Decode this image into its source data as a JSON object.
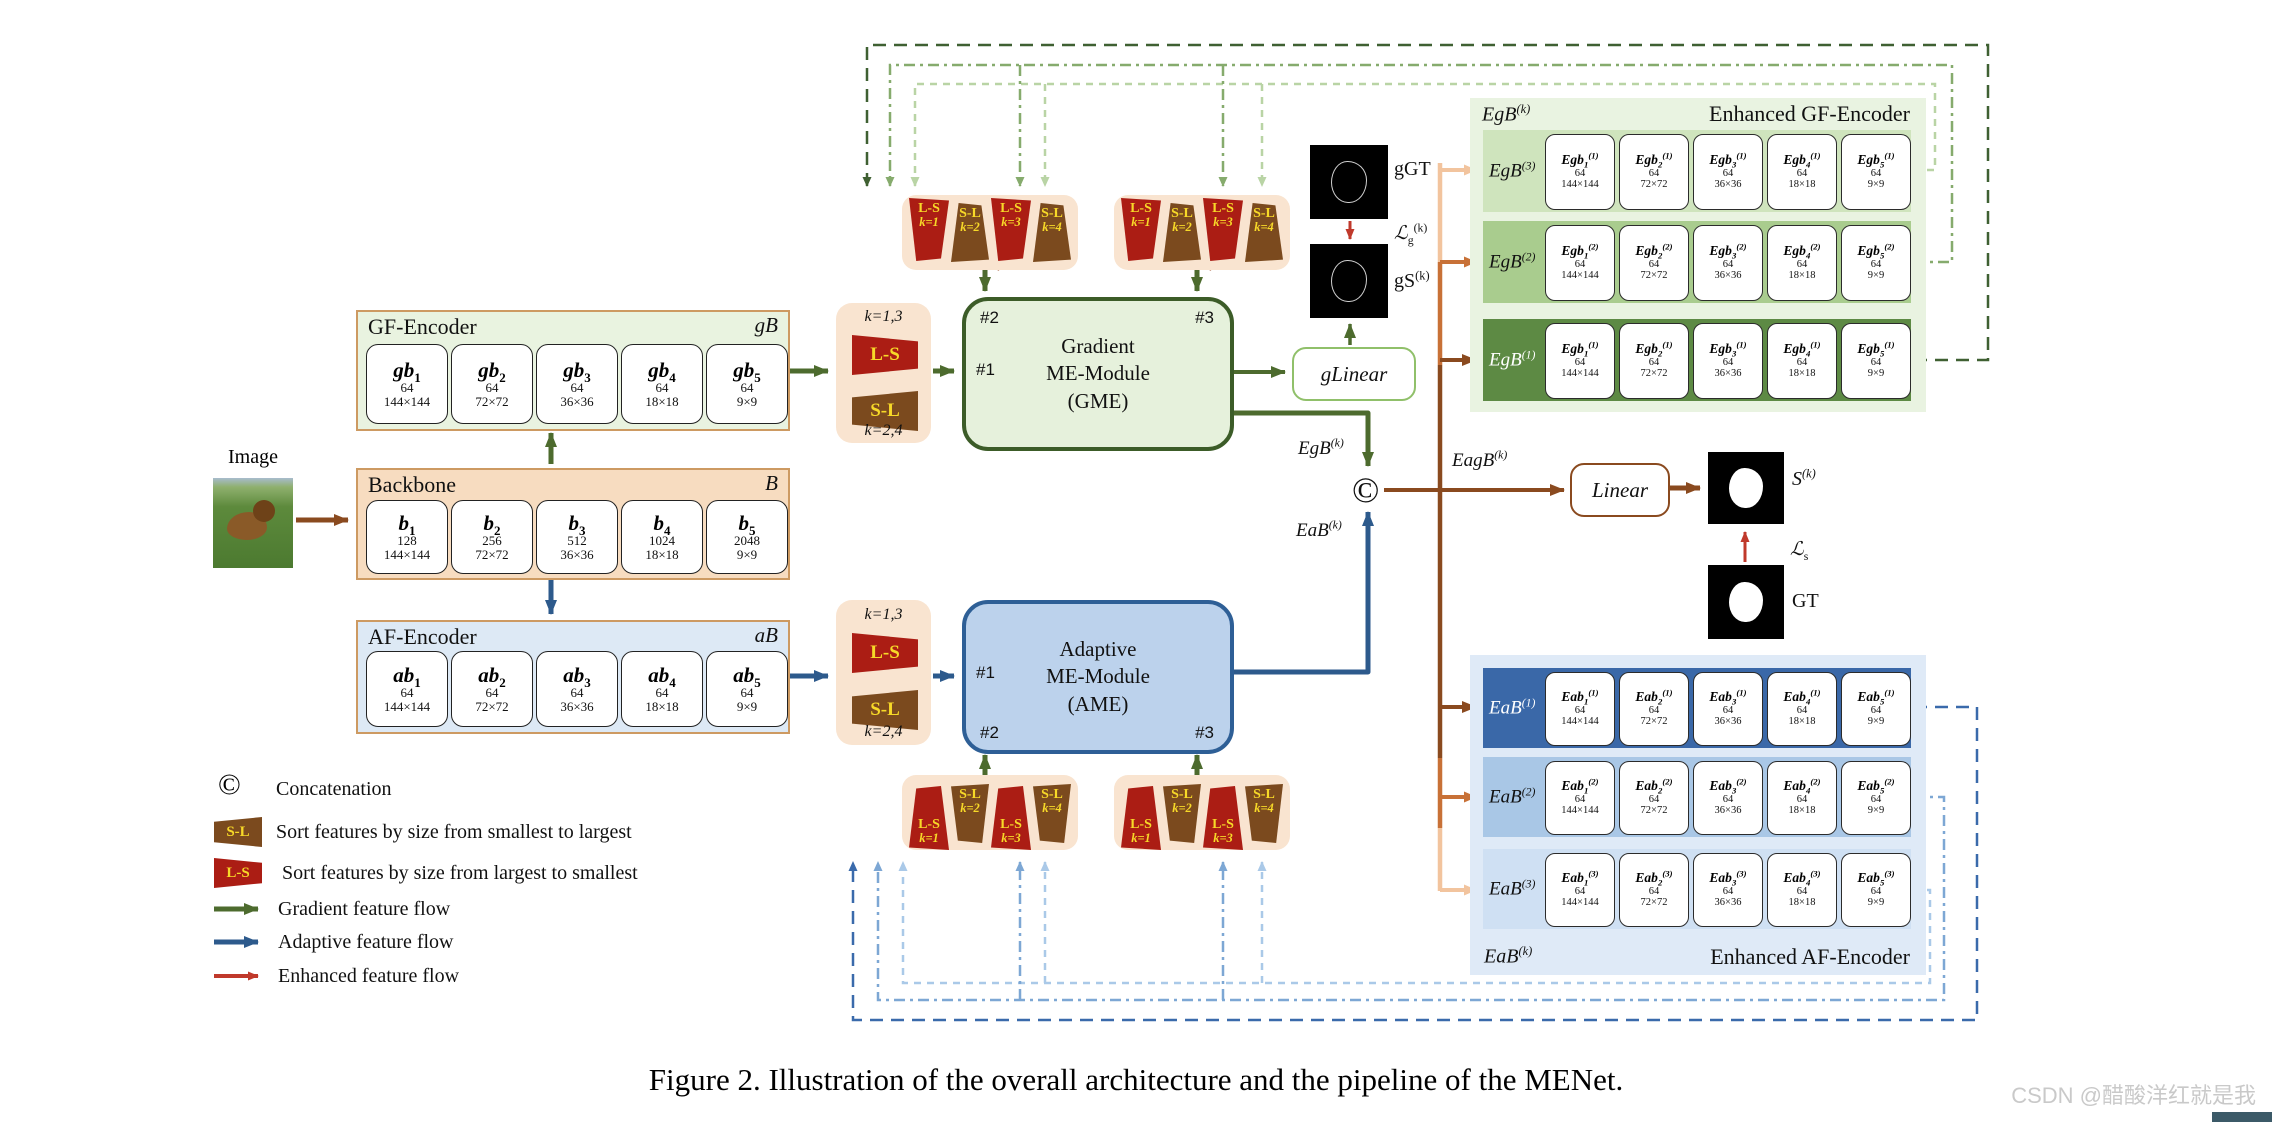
{
  "figure": {
    "caption": "Figure 2. Illustration of the overall architecture and the pipeline of the MENet.",
    "watermark": "CSDN @醋酸洋红就是我"
  },
  "labels": {
    "image": "Image",
    "ggt": "gGT",
    "lg_base": "ℒ",
    "lg_sub": "g",
    "lg_sup": "(k)",
    "gs_base": "gS",
    "gs_sup": "(k)",
    "egb_base": "EgB",
    "egb_sup": "(k)",
    "eab_base": "EaB",
    "eab_sup": "(k)",
    "eagb_base": "EagB",
    "eagb_sup": "(k)",
    "s_base": "S",
    "s_sup": "(k)",
    "ls_base": "ℒ",
    "ls_sub": "s",
    "gt": "GT"
  },
  "nodes": {
    "concat": "©"
  },
  "encoders": {
    "gf": {
      "title": "GF-Encoder",
      "tag": "gB",
      "blocks": [
        {
          "base": "gb",
          "sub": "1",
          "ch": "64",
          "size": "144×144"
        },
        {
          "base": "gb",
          "sub": "2",
          "ch": "64",
          "size": "72×72"
        },
        {
          "base": "gb",
          "sub": "3",
          "ch": "64",
          "size": "36×36"
        },
        {
          "base": "gb",
          "sub": "4",
          "ch": "64",
          "size": "18×18"
        },
        {
          "base": "gb",
          "sub": "5",
          "ch": "64",
          "size": "9×9"
        }
      ]
    },
    "backbone": {
      "title": "Backbone",
      "tag": "B",
      "blocks": [
        {
          "base": "b",
          "sub": "1",
          "ch": "128",
          "size": "144×144"
        },
        {
          "base": "b",
          "sub": "2",
          "ch": "256",
          "size": "72×72"
        },
        {
          "base": "b",
          "sub": "3",
          "ch": "512",
          "size": "36×36"
        },
        {
          "base": "b",
          "sub": "4",
          "ch": "1024",
          "size": "18×18"
        },
        {
          "base": "b",
          "sub": "5",
          "ch": "2048",
          "size": "9×9"
        }
      ]
    },
    "af": {
      "title": "AF-Encoder",
      "tag": "aB",
      "blocks": [
        {
          "base": "ab",
          "sub": "1",
          "ch": "64",
          "size": "144×144"
        },
        {
          "base": "ab",
          "sub": "2",
          "ch": "64",
          "size": "72×72"
        },
        {
          "base": "ab",
          "sub": "3",
          "ch": "64",
          "size": "36×36"
        },
        {
          "base": "ab",
          "sub": "4",
          "ch": "64",
          "size": "18×18"
        },
        {
          "base": "ab",
          "sub": "5",
          "ch": "64",
          "size": "9×9"
        }
      ]
    }
  },
  "sorters": {
    "k_odd": "k=1,3",
    "k_even": "k=2,4",
    "ls": "L-S",
    "sl": "S-L"
  },
  "trap_groups": {
    "items": [
      {
        "label": "L-S",
        "k": "k=1"
      },
      {
        "label": "S-L",
        "k": "k=2"
      },
      {
        "label": "L-S",
        "k": "k=3"
      },
      {
        "label": "S-L",
        "k": "k=4"
      }
    ]
  },
  "modules": {
    "gme": {
      "l1": "Gradient",
      "l2": "ME-Module",
      "l3": "(GME)",
      "p1": "#1",
      "p2": "#2",
      "p3": "#3"
    },
    "ame": {
      "l1": "Adaptive",
      "l2": "ME-Module",
      "l3": "(AME)",
      "p1": "#1",
      "p2": "#2",
      "p3": "#3"
    },
    "glinear": "gLinear",
    "linear": "Linear"
  },
  "enhanced_gf": {
    "tag_base": "EgB",
    "tag_sup": "(k)",
    "title": "Enhanced GF-Encoder",
    "rows": [
      {
        "label_base": "EgB",
        "label_sup": "(3)",
        "boxes": [
          {
            "base": "Egb",
            "sub": "1",
            "sup": "(1)",
            "ch": "64",
            "size": "144×144"
          },
          {
            "base": "Egb",
            "sub": "2",
            "sup": "(1)",
            "ch": "64",
            "size": "72×72"
          },
          {
            "base": "Egb",
            "sub": "3",
            "sup": "(1)",
            "ch": "64",
            "size": "36×36"
          },
          {
            "base": "Egb",
            "sub": "4",
            "sup": "(1)",
            "ch": "64",
            "size": "18×18"
          },
          {
            "base": "Egb",
            "sub": "5",
            "sup": "(1)",
            "ch": "64",
            "size": "9×9"
          }
        ]
      },
      {
        "label_base": "EgB",
        "label_sup": "(2)",
        "boxes": [
          {
            "base": "Egb",
            "sub": "1",
            "sup": "(2)",
            "ch": "64",
            "size": "144×144"
          },
          {
            "base": "Egb",
            "sub": "2",
            "sup": "(2)",
            "ch": "64",
            "size": "72×72"
          },
          {
            "base": "Egb",
            "sub": "3",
            "sup": "(2)",
            "ch": "64",
            "size": "36×36"
          },
          {
            "base": "Egb",
            "sub": "4",
            "sup": "(2)",
            "ch": "64",
            "size": "18×18"
          },
          {
            "base": "Egb",
            "sub": "5",
            "sup": "(2)",
            "ch": "64",
            "size": "9×9"
          }
        ]
      },
      {
        "label_base": "EgB",
        "label_sup": "(1)",
        "boxes": [
          {
            "base": "Egb",
            "sub": "1",
            "sup": "(1)",
            "ch": "64",
            "size": "144×144"
          },
          {
            "base": "Egb",
            "sub": "2",
            "sup": "(1)",
            "ch": "64",
            "size": "72×72"
          },
          {
            "base": "Egb",
            "sub": "3",
            "sup": "(1)",
            "ch": "64",
            "size": "36×36"
          },
          {
            "base": "Egb",
            "sub": "4",
            "sup": "(1)",
            "ch": "64",
            "size": "18×18"
          },
          {
            "base": "Egb",
            "sub": "5",
            "sup": "(1)",
            "ch": "64",
            "size": "9×9"
          }
        ]
      }
    ]
  },
  "enhanced_af": {
    "tag_base": "EaB",
    "tag_sup": "(k)",
    "title": "Enhanced AF-Encoder",
    "rows": [
      {
        "label_base": "EaB",
        "label_sup": "(1)",
        "boxes": [
          {
            "base": "Eab",
            "sub": "1",
            "sup": "(1)",
            "ch": "64",
            "size": "144×144"
          },
          {
            "base": "Eab",
            "sub": "2",
            "sup": "(1)",
            "ch": "64",
            "size": "72×72"
          },
          {
            "base": "Eab",
            "sub": "3",
            "sup": "(1)",
            "ch": "64",
            "size": "36×36"
          },
          {
            "base": "Eab",
            "sub": "4",
            "sup": "(1)",
            "ch": "64",
            "size": "18×18"
          },
          {
            "base": "Eab",
            "sub": "5",
            "sup": "(1)",
            "ch": "64",
            "size": "9×9"
          }
        ]
      },
      {
        "label_base": "EaB",
        "label_sup": "(2)",
        "boxes": [
          {
            "base": "Eab",
            "sub": "1",
            "sup": "(2)",
            "ch": "64",
            "size": "144×144"
          },
          {
            "base": "Eab",
            "sub": "2",
            "sup": "(2)",
            "ch": "64",
            "size": "72×72"
          },
          {
            "base": "Eab",
            "sub": "3",
            "sup": "(2)",
            "ch": "64",
            "size": "36×36"
          },
          {
            "base": "Eab",
            "sub": "4",
            "sup": "(2)",
            "ch": "64",
            "size": "18×18"
          },
          {
            "base": "Eab",
            "sub": "5",
            "sup": "(2)",
            "ch": "64",
            "size": "9×9"
          }
        ]
      },
      {
        "label_base": "EaB",
        "label_sup": "(3)",
        "boxes": [
          {
            "base": "Eab",
            "sub": "1",
            "sup": "(3)",
            "ch": "64",
            "size": "144×144"
          },
          {
            "base": "Eab",
            "sub": "2",
            "sup": "(3)",
            "ch": "64",
            "size": "72×72"
          },
          {
            "base": "Eab",
            "sub": "3",
            "sup": "(3)",
            "ch": "64",
            "size": "36×36"
          },
          {
            "base": "Eab",
            "sub": "4",
            "sup": "(3)",
            "ch": "64",
            "size": "18×18"
          },
          {
            "base": "Eab",
            "sub": "5",
            "sup": "(3)",
            "ch": "64",
            "size": "9×9"
          }
        ]
      }
    ]
  },
  "legend": {
    "concat_icon": "©",
    "concat": "Concatenation",
    "sl_icon": "S-L",
    "sl": "Sort features by size from smallest to largest",
    "ls_icon": "L-S",
    "ls": "Sort features by size from largest to smallest",
    "gradient": "Gradient feature flow",
    "adaptive": "Adaptive feature flow",
    "enhanced": "Enhanced feature flow"
  },
  "colors": {
    "gradient_flow": "#4d6b2e",
    "adaptive_flow": "#2d5a8c",
    "enhanced_flow": "#b03a2e",
    "backbone_flow": "#8a4a1f"
  }
}
